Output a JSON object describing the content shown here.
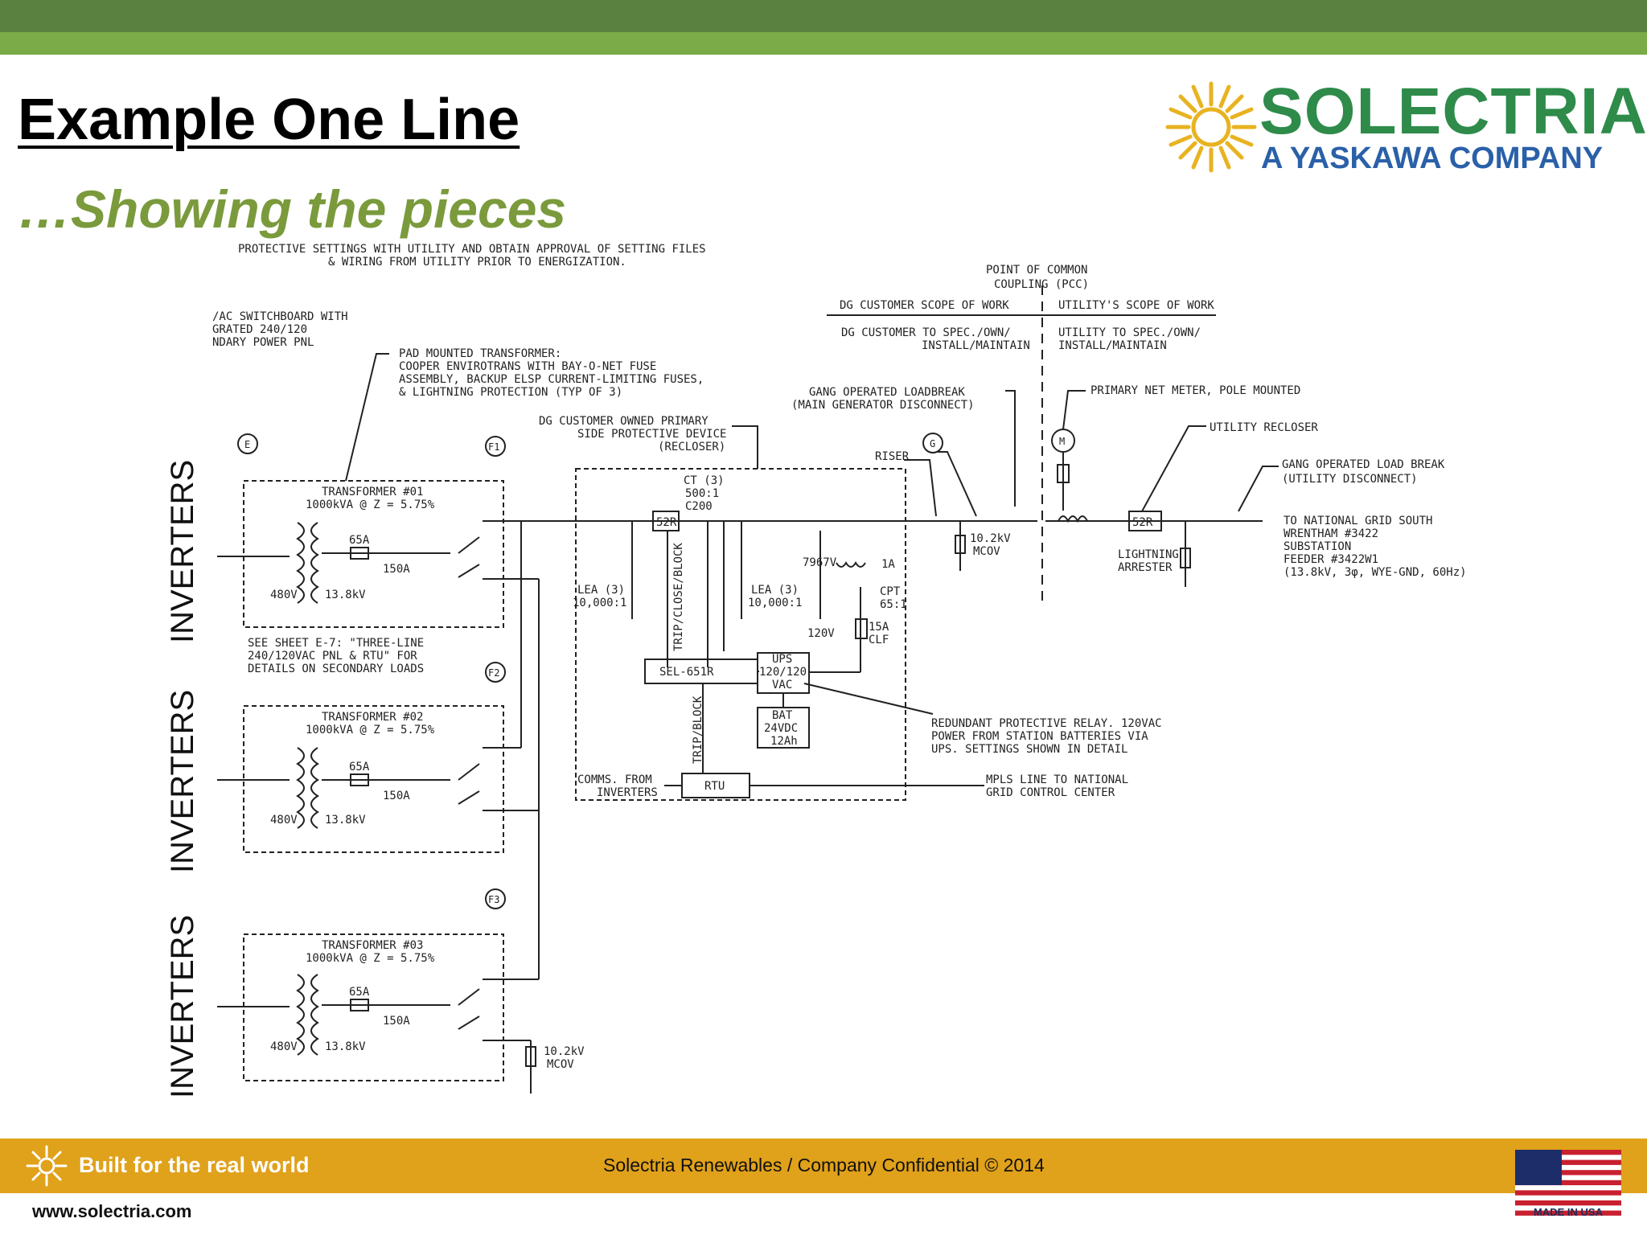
{
  "slide": {
    "title": "Example One Line",
    "subtitle": "…Showing the pieces"
  },
  "logo": {
    "name": "SOLECTRIA",
    "tagline": "A YASKAWA COMPANY",
    "icon": "sun-icon"
  },
  "diagram": {
    "inverter_labels": [
      "INVERTERS",
      "INVERTERS",
      "INVERTERS"
    ],
    "note_top_1": "PROTECTIVE SETTINGS WITH UTILITY AND OBTAIN APPROVAL OF SETTING FILES",
    "note_top_2": "& WIRING FROM UTILITY PRIOR TO ENERGIZATION.",
    "switchboard_1": "/AC SWITCHBOARD WITH",
    "switchboard_2": "GRATED 240/120",
    "switchboard_3": "NDARY POWER PNL",
    "pad_1": "PAD MOUNTED TRANSFORMER:",
    "pad_2": "COOPER ENVIROTRANS WITH BAY-O-NET FUSE",
    "pad_3": "ASSEMBLY, BACKUP ELSP CURRENT-LIMITING FUSES,",
    "pad_4": "& LIGHTNING PROTECTION (TYP OF 3)",
    "dg_dev_1": "DG CUSTOMER OWNED PRIMARY",
    "dg_dev_2": "SIDE PROTECTIVE DEVICE",
    "dg_dev_3": "(RECLOSER)",
    "pcc_1": "POINT OF COMMON",
    "pcc_2": "COUPLING (PCC)",
    "scope_dg": "DG CUSTOMER SCOPE OF WORK",
    "scope_util": "UTILITY'S SCOPE OF WORK",
    "spec_dg_1": "DG CUSTOMER TO SPEC./OWN/",
    "spec_dg_2": "INSTALL/MAINTAIN",
    "spec_util_1": "UTILITY TO SPEC./OWN/",
    "spec_util_2": "INSTALL/MAINTAIN",
    "gang_1": "GANG OPERATED LOADBREAK",
    "gang_2": "(MAIN GENERATOR DISCONNECT)",
    "meter": "PRIMARY NET METER, POLE MOUNTED",
    "util_recloser": "UTILITY RECLOSER",
    "gang_util_1": "GANG OPERATED LOAD BREAK",
    "gang_util_2": "(UTILITY DISCONNECT)",
    "riser": "RISER",
    "ct_1": "CT (3)",
    "ct_2": "500:1",
    "ct_3": "C200",
    "relay_52r": "52R",
    "relay_52r_util": "52R",
    "tr1_1": "TRANSFORMER #01",
    "tr1_2": "1000kVA @ Z = 5.75%",
    "tr2_1": "TRANSFORMER #02",
    "tr2_2": "1000kVA @ Z = 5.75%",
    "tr3_1": "TRANSFORMER #03",
    "tr3_2": "1000kVA @ Z = 5.75%",
    "fuse_a": "65A",
    "fuse_b": "150A",
    "v_low": "480V",
    "v_high": "13.8kV",
    "lea_1": "LEA (3)",
    "lea_2": "10,000:1",
    "trip_close": "TRIP/CLOSE/BLOCK",
    "trip_block": "TRIP/BLOCK",
    "sel": "SEL-651R",
    "v7967": "7967V",
    "v120": "120V",
    "a1": "1A",
    "cpt_1": "CPT",
    "cpt_2": "65:1",
    "clf_1": "15A",
    "clf_2": "CLF",
    "ups_1": "UPS",
    "ups_2": "120/120",
    "ups_3": "VAC",
    "bat_1": "BAT",
    "bat_2": "24VDC",
    "bat_3": "12Ah",
    "rtu": "RTU",
    "comms_1": "COMMS. FROM",
    "comms_2": "INVERTERS",
    "redund_1": "REDUNDANT PROTECTIVE RELAY. 120VAC",
    "redund_2": "POWER FROM STATION BATTERIES VIA",
    "redund_3": "UPS. SETTINGS SHOWN IN DETAIL",
    "mpls_1": "MPLS LINE TO NATIONAL",
    "mpls_2": "GRID CONTROL CENTER",
    "mcov_1": "10.2kV",
    "mcov_2": "MCOV",
    "lightning_1": "LIGHTNING",
    "lightning_2": "ARRESTER",
    "national_1": "TO NATIONAL GRID SOUTH",
    "national_2": "WRENTHAM #3422",
    "national_3": "SUBSTATION",
    "national_4": "FEEDER #3422W1",
    "national_5": "(13.8kV, 3φ, WYE-GND, 60Hz)",
    "see_1": "SEE SHEET E-7: \"THREE-LINE",
    "see_2": "240/120VAC PNL & RTU\" FOR",
    "see_3": "DETAILS ON SECONDARY LOADS",
    "callout_e": "E",
    "callout_f1": "F1",
    "callout_f2": "F2",
    "callout_f3": "F3",
    "callout_g": "G",
    "callout_m": "M"
  },
  "footer": {
    "tagline": "Built for the real world",
    "confidential": "Solectria Renewables / Company Confidential © 2014",
    "url": "www.solectria.com",
    "flag_caption": "MADE IN USA"
  },
  "colors": {
    "topbar_dark": "#5a8140",
    "topbar_light": "#7aab48",
    "subtitle": "#7a9a3c",
    "footer": "#e0a11b",
    "logo_green": "#2e8b4a",
    "logo_blue": "#2a60a8",
    "sun": "#e8b321"
  }
}
